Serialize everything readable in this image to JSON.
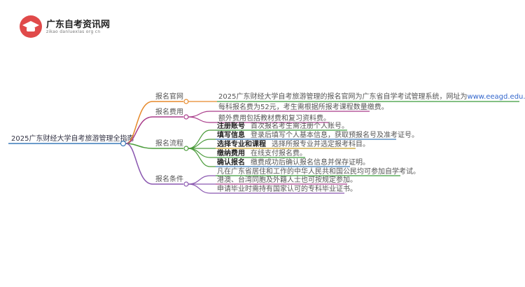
{
  "site": {
    "title": "广东自考资讯网",
    "subtitle": "zikao danluexlas org cn"
  },
  "root": "2025广东财经大学自考旅游管理全指南",
  "branches": [
    {
      "label": "报名官网",
      "color": "#e6892a",
      "items": [
        {
          "text": "2025广东财经大学自考旅游管理的报名官网为广东省自学考试管理系统，网址为",
          "link": "www.eeagd.edu.cn/selfec/",
          "suffix": "。"
        }
      ]
    },
    {
      "label": "报名费用",
      "color": "#a93c8a",
      "items": [
        {
          "text": "每科报名费为52元，考生需根据所报考课程数量缴费。"
        },
        {
          "text": "额外费用包括教材费和复习资料费。"
        }
      ]
    },
    {
      "label": "报名流程",
      "color": "#4a9b3a",
      "items": [
        {
          "bold": "注册账号",
          "text": "首次报名考生需注册个人账号。"
        },
        {
          "bold": "填写信息",
          "text": "登录后填写个人基本信息，获取预报名号及准考证号。"
        },
        {
          "bold": "选择专业和课程",
          "text": "选择所报专业并选定报考科目。"
        },
        {
          "bold": "缴纳费用",
          "text": "在线支付报名费。"
        },
        {
          "bold": "确认报名",
          "text": "缴费成功后确认报名信息并保存证明。"
        }
      ]
    },
    {
      "label": "报名条件",
      "color": "#8a57b0",
      "items": [
        {
          "text": "凡在广东省居住和工作的中华人民共和国公民均可参加自学考试。"
        },
        {
          "text": "港澳、台湾同胞及外籍人士也可按规定参加。"
        },
        {
          "text": "申请毕业时需持有国家认可的专科毕业证书。"
        }
      ]
    }
  ]
}
